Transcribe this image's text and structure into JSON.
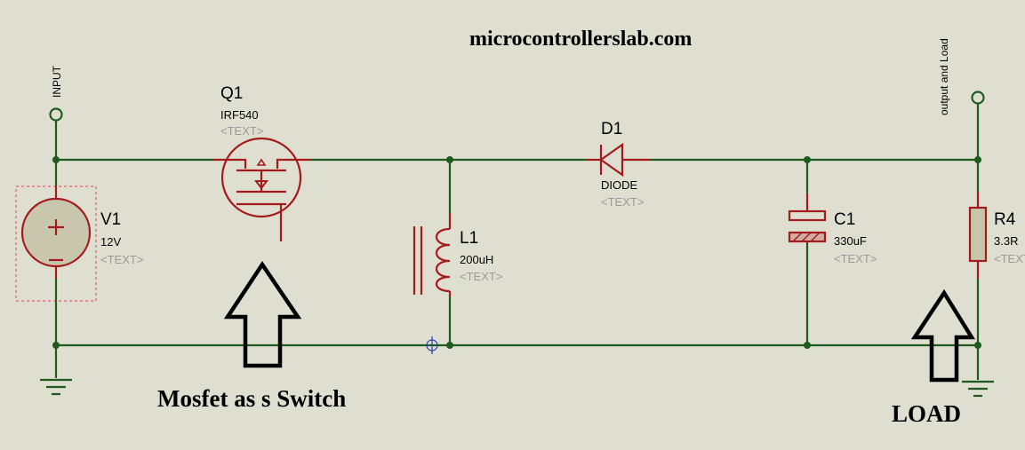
{
  "header": {
    "site": "microcontrollerslab.com"
  },
  "terminals": {
    "input": "INPUT",
    "output": "output and Load"
  },
  "components": {
    "v1": {
      "ref": "V1",
      "value": "12V",
      "text": "<TEXT>"
    },
    "q1": {
      "ref": "Q1",
      "value": "IRF540",
      "text": "<TEXT>"
    },
    "l1": {
      "ref": "L1",
      "value": "200uH",
      "text": "<TEXT>"
    },
    "d1": {
      "ref": "D1",
      "value": "DIODE",
      "text": "<TEXT>"
    },
    "c1": {
      "ref": "C1",
      "value": "330uF",
      "text": "<TEXT>"
    },
    "r4": {
      "ref": "R4",
      "value": "3.3R",
      "text": "<TEXT>"
    }
  },
  "captions": {
    "mosfet": "Mosfet as s Switch",
    "load": "LOAD"
  },
  "colors": {
    "background": "#dfdfd1",
    "wire": "#1f5a1f",
    "component": "#a51a1a",
    "placeholder": "#9a9a9a"
  }
}
